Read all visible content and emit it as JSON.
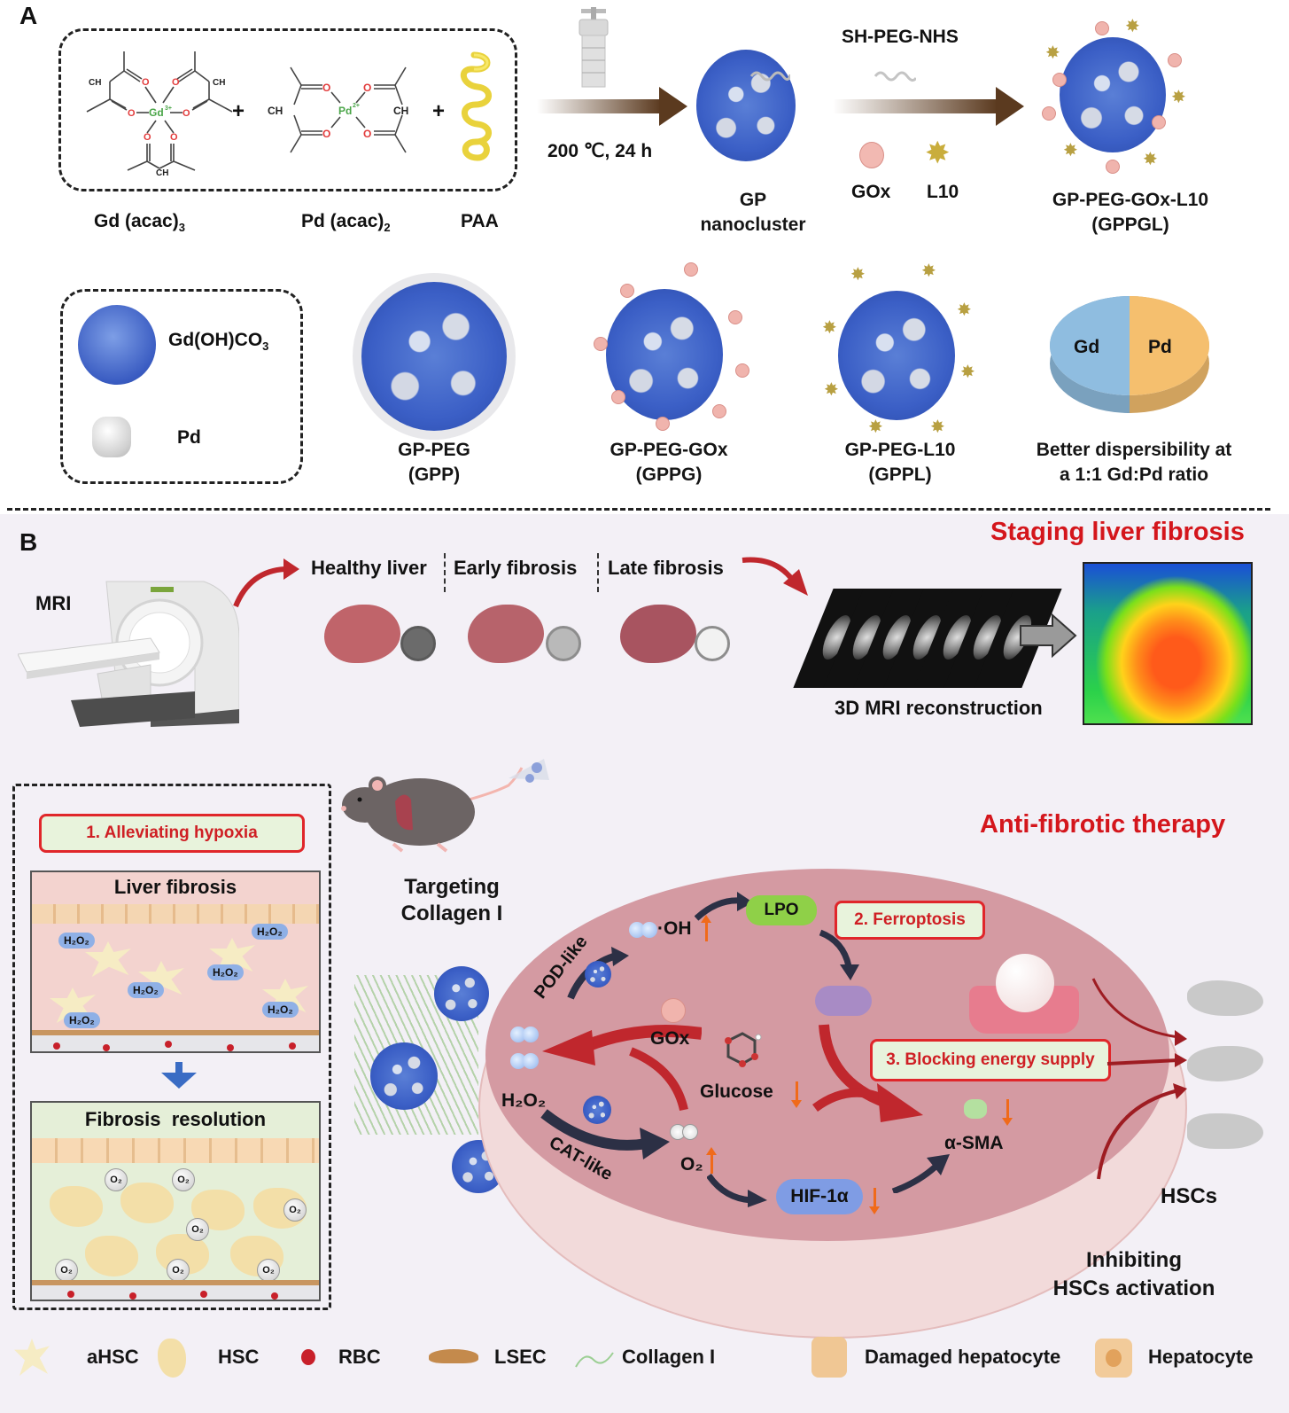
{
  "panel_a": {
    "letter": "A",
    "precursors": {
      "gd": {
        "label": "Gd (acac)",
        "subscript": "3",
        "center_ion": "Gd",
        "center_charge": "3+"
      },
      "pd": {
        "label": "Pd (acac)",
        "subscript": "2",
        "center_ion": "Pd",
        "center_charge": "2+"
      },
      "paa": {
        "label": "PAA"
      },
      "plus": "+",
      "ch_label": "CH",
      "o_label": "O"
    },
    "reaction_condition": "200 ℃, 24 h",
    "gp_nanocluster": {
      "line1": "GP",
      "line2": "nanocluster"
    },
    "peg_reagent": "SH-PEG-NHS",
    "gox_label": "GOx",
    "l10_label": "L10",
    "product": {
      "line1": "GP-PEG-GOx-L10",
      "line2": "(GPPGL)"
    },
    "legend_box": {
      "gd_component": {
        "label": "Gd(OH)CO",
        "subscript": "3"
      },
      "pd_component": {
        "label": "Pd"
      }
    },
    "variants": [
      {
        "line1": "GP-PEG",
        "line2": "(GPP)"
      },
      {
        "line1": "GP-PEG-GOx",
        "line2": "(GPPG)"
      },
      {
        "line1": "GP-PEG-L10",
        "line2": "(GPPL)"
      }
    ],
    "ratio_pie": {
      "slices": [
        {
          "label": "Gd",
          "fraction": 0.5,
          "color": "#8fbde0"
        },
        {
          "label": "Pd",
          "fraction": 0.5,
          "color": "#f5bf6e"
        }
      ],
      "caption_line1": "Better dispersibility at",
      "caption_line2": "a 1:1 Gd:Pd ratio"
    }
  },
  "panel_b": {
    "letter": "B",
    "staging_title": "Staging liver fibrosis",
    "mri_label": "MRI",
    "stages": [
      {
        "label": "Healthy liver",
        "signal_color": "#6b6b6b"
      },
      {
        "label": "Early fibrosis",
        "signal_color": "#b9b9b9"
      },
      {
        "label": "Late fibrosis",
        "signal_color": "#f2f2f2"
      }
    ],
    "reconstruction_label": "3D MRI reconstruction",
    "therapy_title": "Anti-fibrotic therapy",
    "hypoxia_box": {
      "step_label": "1. Alleviating hypoxia",
      "before_title": "Liver fibrosis",
      "after_title": "Fibrosis  resolution",
      "h2o2": "H₂O₂",
      "o2": "O₂"
    },
    "targeting_label_line1": "Targeting",
    "targeting_label_line2": "Collagen I",
    "mechanism": {
      "pod_like": "POD-like",
      "cat_like": "CAT-like",
      "oh_radical": "·OH",
      "lpo": "LPO",
      "ferroptosis": "2. Ferroptosis",
      "gox": "GOx",
      "glucose": "Glucose",
      "h2o2": "H₂O₂",
      "o2": "O₂",
      "hif": "HIF-1α",
      "blocking": "3. Blocking energy supply",
      "asma": "α-SMA"
    },
    "hscs_label": "HSCs",
    "inhibiting_line1": "Inhibiting",
    "inhibiting_line2": "HSCs activation"
  },
  "legend": [
    {
      "icon": "ahsc-cell-icon",
      "label": "aHSC"
    },
    {
      "icon": "hsc-cell-icon",
      "label": "HSC"
    },
    {
      "icon": "rbc-icon",
      "label": "RBC"
    },
    {
      "icon": "lsec-icon",
      "label": "LSEC"
    },
    {
      "icon": "collagen-icon",
      "label": "Collagen I"
    },
    {
      "icon": "damaged-hepatocyte-icon",
      "label": "Damaged hepatocyte"
    },
    {
      "icon": "hepatocyte-icon",
      "label": "Hepatocyte"
    }
  ],
  "colors": {
    "accent_red": "#d4161c",
    "step_box_bg": "#e8f3dc",
    "tissue_pink": "#d49aa2",
    "arrow_brown": "#5b3a1f",
    "arrow_dark": "#2c3045",
    "arrow_orange": "#f06a1a"
  }
}
